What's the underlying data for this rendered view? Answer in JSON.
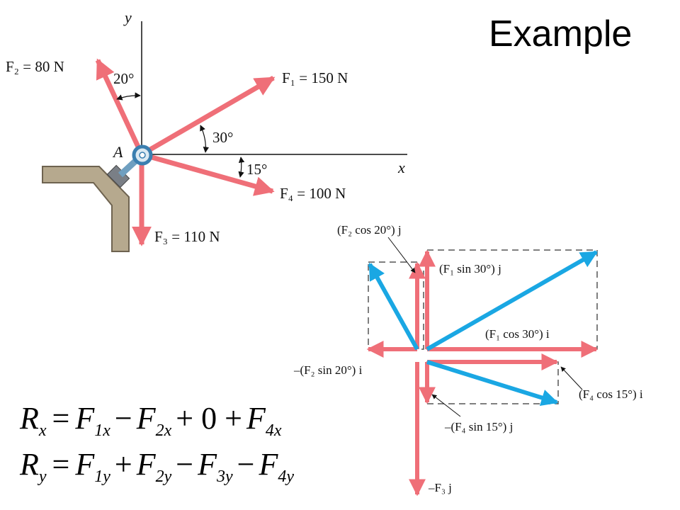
{
  "title": "Example",
  "diagram1": {
    "axis_y": "y",
    "axis_x": "x",
    "point": "A",
    "f1": "F₁ = 150 N",
    "f2": "F₂ = 80 N",
    "f3": "F₃ = 110 N",
    "f4": "F₄ = 100 N",
    "angle20": "20°",
    "angle30": "30°",
    "angle15": "15°"
  },
  "diagram2": {
    "f2cos": "(F₂ cos 20°) j",
    "f1sin": "(F₁ sin 30°) j",
    "f1cos": "(F₁ cos 30°) i",
    "f2sin": "–(F₂ sin 20°) i",
    "f4cos": "(F₄ cos 15°) i",
    "f4sin": "–(F₄ sin 15°) j",
    "f3": "–F₃ j"
  },
  "equations": {
    "rx": {
      "lhs": "R",
      "lhs_sub": "x",
      "t1": "F",
      "t1_sub": "1x",
      "op1": "−",
      "t2": "F",
      "t2_sub": "2x",
      "op2": "+ 0 +",
      "t3": "F",
      "t3_sub": "4x",
      "eq": "="
    },
    "ry": {
      "lhs": "R",
      "lhs_sub": "y",
      "t1": "F",
      "t1_sub": "1y",
      "op1": "+",
      "t2": "F",
      "t2_sub": "2y",
      "op2": "−",
      "t3": "F",
      "t3_sub": "3y",
      "op3": "−",
      "t4": "F",
      "t4_sub": "4y",
      "eq": "="
    }
  },
  "colors": {
    "force": "#ef6f78",
    "component": "#1aa7e3",
    "dash": "#555555"
  }
}
